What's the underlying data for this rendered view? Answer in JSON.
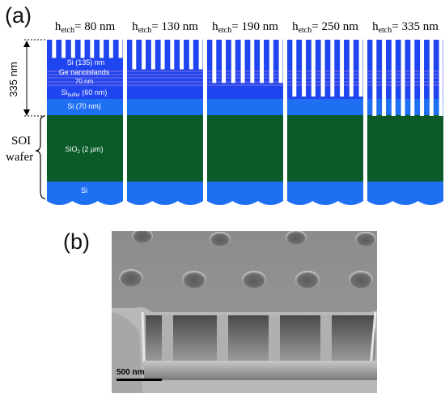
{
  "panels": {
    "a": "(a)",
    "b": "(b)"
  },
  "columns": [
    {
      "h_pre": "h",
      "h_sub": "etch",
      "h_val": "= 80 nm"
    },
    {
      "h_pre": "h",
      "h_sub": "etch",
      "h_val": "= 130 nm"
    },
    {
      "h_pre": "h",
      "h_sub": "etch",
      "h_val": "= 190 nm"
    },
    {
      "h_pre": "h",
      "h_sub": "etch",
      "h_val": "= 250 nm"
    },
    {
      "h_pre": "h",
      "h_sub": "etch",
      "h_val": "= 335 nm"
    }
  ],
  "etch_nm": [
    80,
    130,
    190,
    250,
    335
  ],
  "layers": {
    "si_top": "Si (135) nm",
    "ge": "Ge nanoislands",
    "ge_gap": "70 nm",
    "si_buffer_pre": "Si",
    "si_buffer_sub": "buffer",
    "si_buffer_post": " (60 nm)",
    "si70": "Si (70 nm)",
    "sio2_pre": "SiO",
    "sio2_sub": "2",
    "sio2_post": " (2 µm)",
    "si_sub": "Si"
  },
  "annotations": {
    "thickness": "335 nm",
    "soi_line1": "SOI",
    "soi_line2": "wafer"
  },
  "sem": {
    "scale_label": "500 nm"
  },
  "colors": {
    "si_blue": "#1f45f0",
    "si_dark": "#2b2bd6",
    "si70_blue": "#1f6ff2",
    "sio2_green": "#0a5a2a",
    "substrate_blue": "#1f6ff2"
  }
}
